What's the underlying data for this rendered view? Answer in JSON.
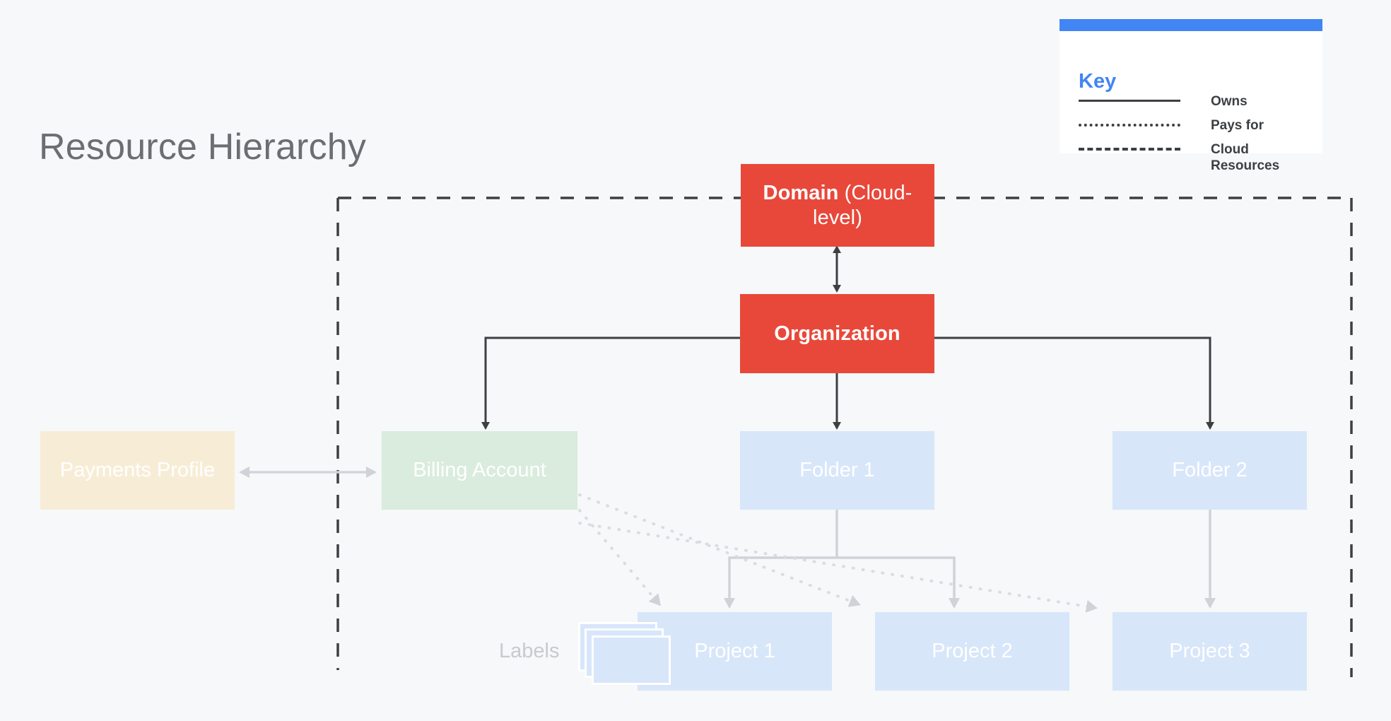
{
  "page": {
    "title": "Resource Hierarchy",
    "background": "#f6f8f9"
  },
  "colors": {
    "red": "#E8483A",
    "blue": "#d8e6fa",
    "green": "#d9ecdd",
    "tan": "#f7edd6",
    "accent": "#4285F4",
    "title_gray": "#6b6f72",
    "edge_dark": "#3c4043",
    "edge_light": "#c9cdd1"
  },
  "legend": {
    "title": "Key",
    "accent_color": "#4285F4",
    "rows": [
      {
        "style": "solid",
        "label": "Owns"
      },
      {
        "style": "dotted",
        "label": "Pays for"
      },
      {
        "style": "dashed",
        "label": "Cloud\nResources"
      }
    ]
  },
  "boundary": {
    "name": "cloud-resources-boundary",
    "style": "dashed"
  },
  "nodes": {
    "domain": {
      "label_bold": "Domain",
      "label_rest": " (Cloud-level)"
    },
    "organization": {
      "label": "Organization"
    },
    "payments_profile": {
      "label": "Payments Profile"
    },
    "billing_account": {
      "label": "Billing Account"
    },
    "folder1": {
      "label": "Folder 1"
    },
    "folder2": {
      "label": "Folder 2"
    },
    "project1": {
      "label": "Project 1"
    },
    "project2": {
      "label": "Project 2"
    },
    "project3": {
      "label": "Project 3"
    }
  },
  "labels_group": {
    "caption": "Labels",
    "card_count": 3
  },
  "edges": [
    {
      "from": "domain",
      "to": "organization",
      "style": "owns",
      "arrows": "both"
    },
    {
      "from": "organization",
      "to": "billing_account",
      "style": "owns",
      "arrows": "end"
    },
    {
      "from": "organization",
      "to": "folder1",
      "style": "owns",
      "arrows": "end"
    },
    {
      "from": "organization",
      "to": "folder2",
      "style": "owns",
      "arrows": "end"
    },
    {
      "from": "payments_profile",
      "to": "billing_account",
      "style": "owns",
      "arrows": "both"
    },
    {
      "from": "folder1",
      "to": "project1",
      "style": "owns",
      "arrows": "end"
    },
    {
      "from": "folder1",
      "to": "project2",
      "style": "owns",
      "arrows": "end"
    },
    {
      "from": "folder2",
      "to": "project3",
      "style": "owns",
      "arrows": "end"
    },
    {
      "from": "billing_account",
      "to": "project1",
      "style": "pays for",
      "arrows": "end"
    },
    {
      "from": "billing_account",
      "to": "project2",
      "style": "pays for",
      "arrows": "end"
    },
    {
      "from": "billing_account",
      "to": "project3",
      "style": "pays for",
      "arrows": "end"
    }
  ]
}
